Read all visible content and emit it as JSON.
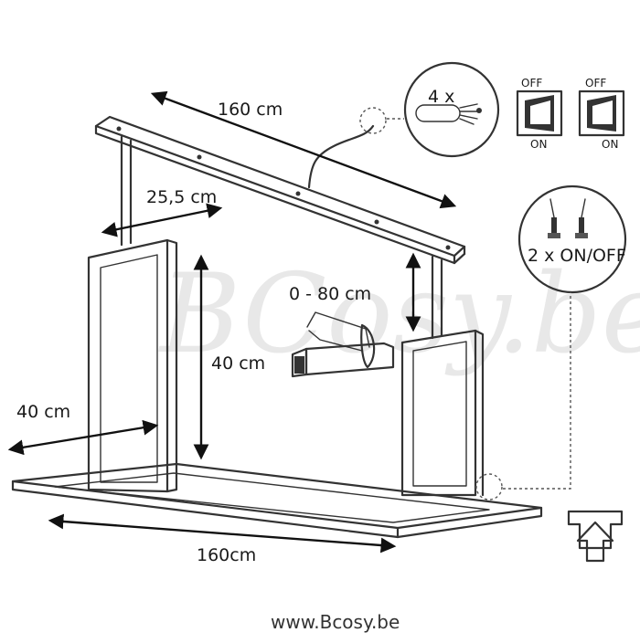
{
  "labels": {
    "top_width": "160 cm",
    "bar_offset": "25,5 cm",
    "depth": "40 cm",
    "frame_height": "40 cm",
    "adjust": "0 - 80 cm",
    "bottom_width": "160cm",
    "cable_count": "4 x",
    "switch_off": "OFF",
    "switch_on": "ON",
    "switches": "2 x ON/OFF"
  },
  "watermark": "BCosy.be",
  "footer": "www.Bcosy.be",
  "colors": {
    "line": "#333333",
    "arrow": "#111111",
    "watermark": "#e8e8e8"
  },
  "icons": [
    "cable-icon",
    "rocker-switch-icon",
    "toggle-switch-icon",
    "power-switch-icon",
    "hacksaw-icon",
    "arrow-up-icon"
  ]
}
